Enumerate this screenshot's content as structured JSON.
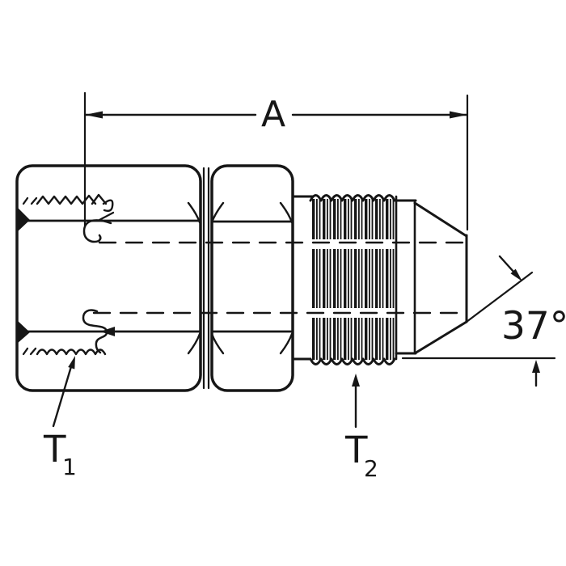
{
  "drawing": {
    "dimension_a": {
      "label": "A"
    },
    "flare_angle": {
      "label": "37°"
    },
    "thread_callout_1": {
      "label": "T",
      "subscript": "1"
    },
    "thread_callout_2": {
      "label": "T",
      "subscript": "2"
    },
    "colors": {
      "ink": "#161616",
      "paper": "#ffffff"
    }
  }
}
